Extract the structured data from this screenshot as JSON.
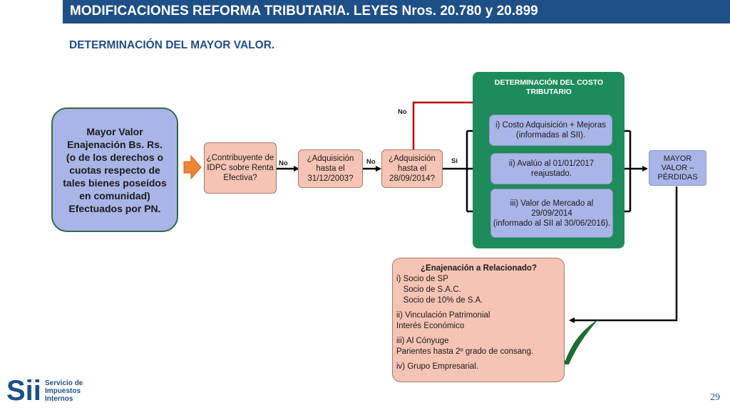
{
  "header": {
    "title": "MODIFICACIONES REFORMA TRIBUTARIA. LEYES Nros. 20.780 y 20.899",
    "subtitle": "DETERMINACIÓN DEL MAYOR VALOR."
  },
  "nodes": {
    "main": "Mayor Valor\nEnajenación Bs. Rs.\n(o de los derechos o cuotas respecto de tales bienes poseídos en comunidad)\nEfectuados por PN.",
    "q1": "¿Contribuyente de IDPC sobre Renta Efectiva?",
    "q2": "¿Adquisición hasta el 31/12/2003?",
    "q3": "¿Adquisición hasta el 28/09/2014?",
    "panel_title": "DETERMINACIÓN DEL COSTO TRIBUTARIO",
    "cost1": "i) Costo Adquisición + Mejoras (informadas al SII).",
    "cost2": "ii) Avalúo al 01/01/2017 reajustado.",
    "cost3": "iii) Valor de Mercado al 29/09/2014\n(informado al SII al 30/06/2016).",
    "final": "MAYOR VALOR – PÉRDIDAS"
  },
  "edge_labels": {
    "no1": "No",
    "no2": "No",
    "no_top": "No",
    "si": "Si"
  },
  "related": {
    "title": "¿Enajenación a Relacionado?",
    "lines1": [
      "i) Socio de SP",
      "   Socio de S.A.C.",
      "   Socio de 10% de S.A."
    ],
    "lines2": [
      "ii) Vinculación Patrimonial",
      "Interés Económico"
    ],
    "lines3": [
      "iii) Al Cónyuge",
      "Parientes hasta 2º grado de consang."
    ],
    "lines4": [
      "iv) Grupo Empresarial."
    ]
  },
  "footer": {
    "logo": "Sii",
    "logo_text": [
      "Servicio de",
      "Impuestos",
      "Internos"
    ],
    "page": "29"
  },
  "colors": {
    "brand_blue": "#1e4f86",
    "green_panel": "#1e8c5a",
    "box_blue": "#a9b5e6",
    "box_salmon": "#f6c4b4",
    "red_arrow": "#c00000",
    "check_green": "#1e6b33"
  }
}
